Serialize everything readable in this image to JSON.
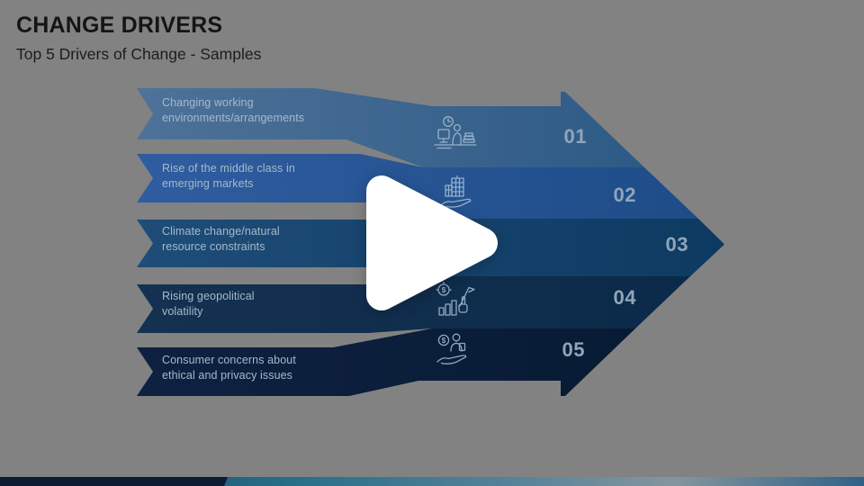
{
  "slide": {
    "title": "CHANGE DRIVERS",
    "subtitle": "Top 5 Drivers of Change - Samples"
  },
  "drivers": [
    {
      "number": "01",
      "label": "Changing working\nenvironments/arrangements",
      "icon": "clock-workstation-icon"
    },
    {
      "number": "02",
      "label": "Rise of the middle class in\nemerging markets",
      "icon": "city-on-hand-icon"
    },
    {
      "number": "03",
      "label": "Climate change/natural\nresource constraints"
    },
    {
      "number": "04",
      "label": "Rising geopolitical\nvolatility",
      "icon": "finance-chart-hand-icon"
    },
    {
      "number": "05",
      "label": "Consumer concerns about\nethical and privacy issues",
      "icon": "person-in-hand-icon"
    }
  ],
  "colors": {
    "background": "#828282",
    "title_text": "#151515",
    "label_text": "#a7b9c9",
    "number_text": "#90a5b8",
    "icon_stroke": "#a3bdd0",
    "play_button": "#ffffff",
    "band1_left": "#4e7299",
    "band1_right": "#2d5a86",
    "band2_left": "#2f5da0",
    "band2_right": "#1e4c88",
    "band3_left": "#1e4d78",
    "band3_right": "#0d3a61",
    "band4_left": "#153152",
    "band4_right": "#0b2a49",
    "band5_left": "#0e2141",
    "band5_right": "#081b34",
    "bar_navy": "#0d1b33",
    "bar_g1": "#11405c",
    "bar_g2": "#297089",
    "bar_g3": "#578399",
    "bar_g4": "#84969d",
    "bar_g5": "#2f6288"
  }
}
